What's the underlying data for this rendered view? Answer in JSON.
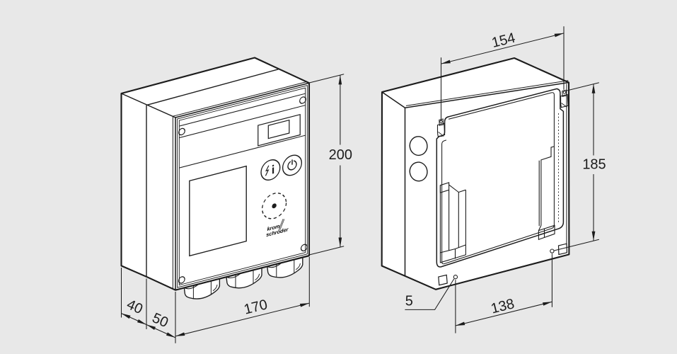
{
  "drawing": {
    "type": "technical dimensional drawing",
    "background_color": "#e8e8e8",
    "line_color": "#1c1c1c",
    "unit": "mm"
  },
  "front_view": {
    "dim_height": "200",
    "dim_width": "170",
    "dim_door_depth": "50",
    "dim_housing_depth": "40",
    "logo_line1": "krom",
    "logo_line2": "schröder",
    "icons": [
      "reset-info-icon",
      "power-icon",
      "optical-interface-dot"
    ]
  },
  "rear_view": {
    "dim_mounting_width": "154",
    "dim_mounting_height": "185",
    "dim_hole_spacing": "138",
    "dim_hole_diameter": "5"
  }
}
